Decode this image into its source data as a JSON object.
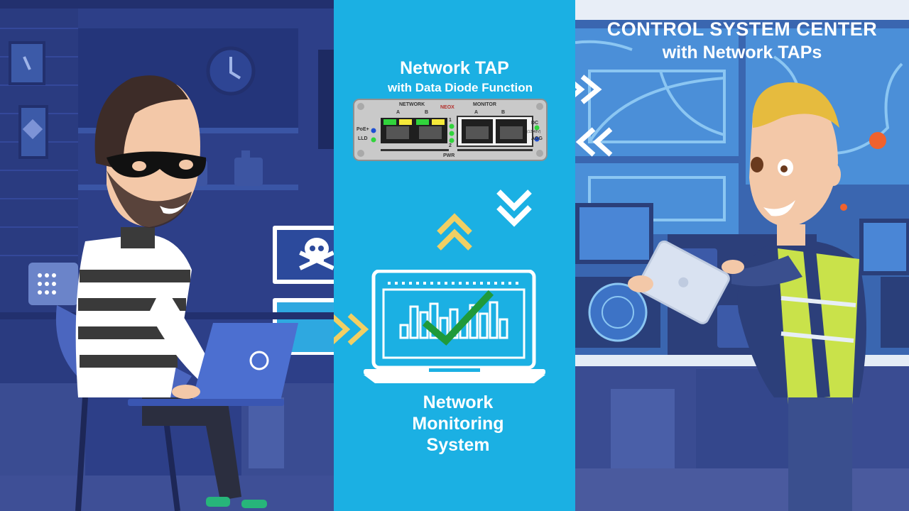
{
  "center": {
    "tap_title": "Network TAP",
    "tap_subtitle": "with Data Diode Function",
    "nms_lines": [
      "Network",
      "Monitoring",
      "System"
    ],
    "device": {
      "brand": "NEOX",
      "network_label": "NETWORK",
      "monitor_label": "MONITOR",
      "port_a": "A",
      "port_b": "B",
      "poe_label": "PoE+",
      "lld_label": "LLD",
      "dc_label": "DC",
      "dc_range": "(12-48V)",
      "agg_label": "AGG",
      "pwr_label": "PWR",
      "led_1": "1",
      "led_2": "2"
    }
  },
  "right": {
    "title": "CONTROL SYSTEM CENTER",
    "subtitle": "with Network TAPs"
  },
  "colors": {
    "center_bg": "#1bb0e3",
    "left_bg": "#2d3f88",
    "right_bg": "#2a4f96",
    "arrow_white": "#ffffff",
    "arrow_yellow": "#f1cf63",
    "check_green": "#1f9a3a",
    "vest_green": "#c9e24a"
  },
  "icons": [
    "skull-icon",
    "clock-icon",
    "chevron-right-icon",
    "chevron-left-icon",
    "chevron-down-icon",
    "chevron-up-icon",
    "checkmark-icon",
    "laptop-icon",
    "tablet-icon"
  ]
}
